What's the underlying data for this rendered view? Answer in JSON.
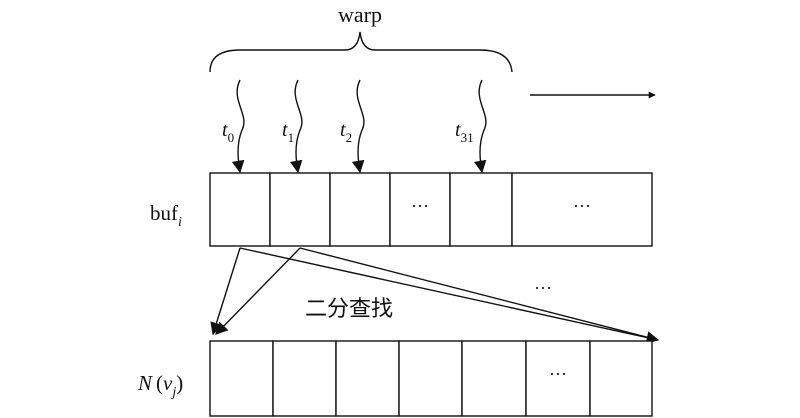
{
  "labels": {
    "warp": "warp",
    "buf_main": "buf",
    "buf_sub": "i",
    "n_main": "N",
    "n_open": "(",
    "n_v": "v",
    "n_sub": "j",
    "n_close": ")",
    "binary_search": "二分查找",
    "ellipsis": "···"
  },
  "threads": [
    {
      "name": "t",
      "sub": "0"
    },
    {
      "name": "t",
      "sub": "1"
    },
    {
      "name": "t",
      "sub": "2"
    },
    {
      "name": "t",
      "sub": "31"
    }
  ],
  "buf_cells": [
    "",
    "",
    "",
    "···",
    "",
    "···"
  ],
  "n_cells": [
    "",
    "",
    "",
    "",
    "",
    "···",
    ""
  ]
}
